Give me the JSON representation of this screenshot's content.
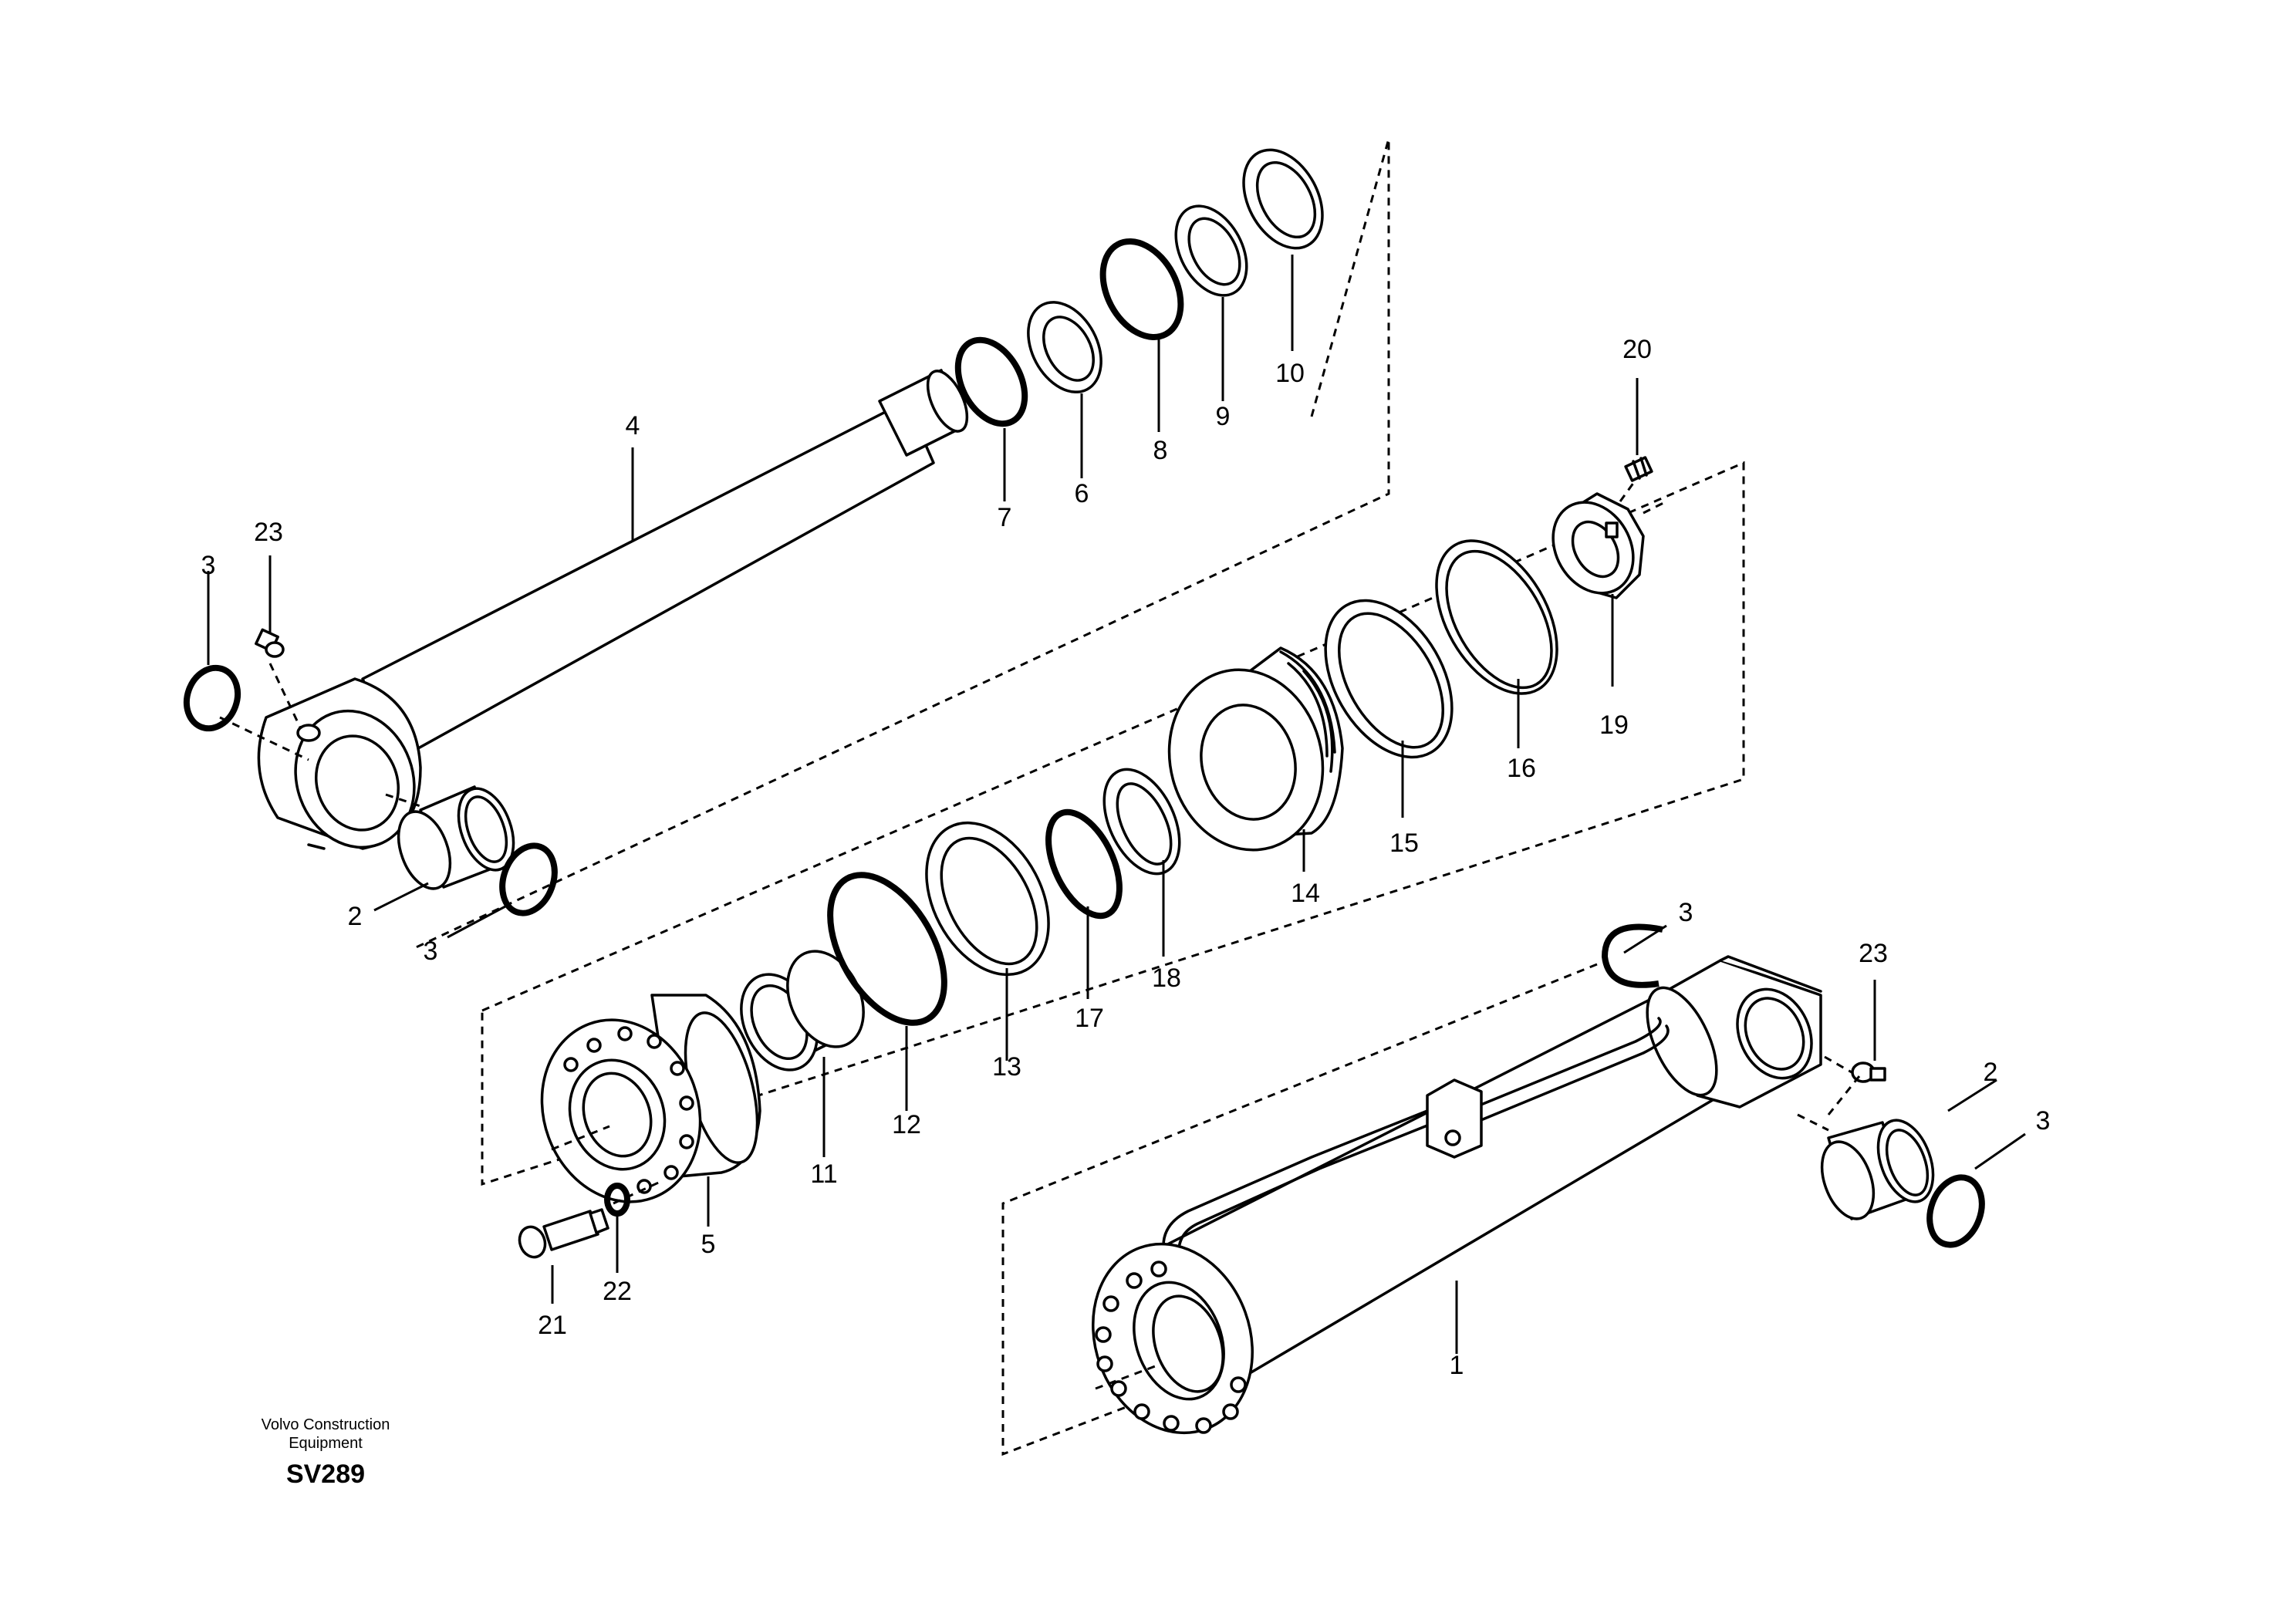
{
  "caption": {
    "line1": "Volvo Construction",
    "line2": "Equipment",
    "code": "SV289"
  },
  "callouts": {
    "c1": "1",
    "c2a": "2",
    "c2b": "2",
    "c3a": "3",
    "c3b": "3",
    "c3c": "3",
    "c3d": "3",
    "c4": "4",
    "c5": "5",
    "c6": "6",
    "c7": "7",
    "c8": "8",
    "c9": "9",
    "c10": "10",
    "c11": "11",
    "c12": "12",
    "c13": "13",
    "c14": "14",
    "c15": "15",
    "c16": "16",
    "c17": "17",
    "c18": "18",
    "c19": "19",
    "c20": "20",
    "c21": "21",
    "c22": "22",
    "c23a": "23",
    "c23b": "23"
  }
}
